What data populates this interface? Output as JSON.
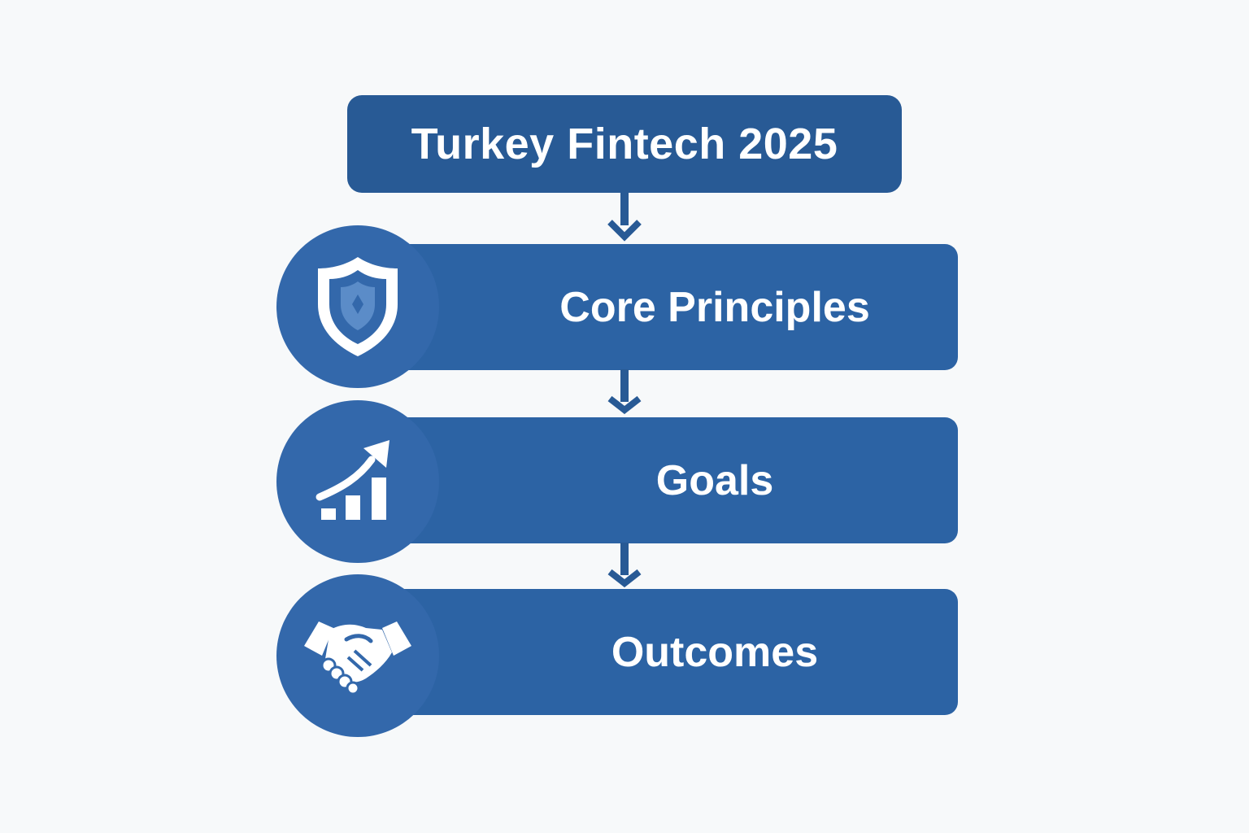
{
  "diagram": {
    "title": "Turkey Fintech 2025",
    "steps": [
      {
        "label": "Core Principles",
        "icon": "shield-icon"
      },
      {
        "label": "Goals",
        "icon": "growth-chart-icon"
      },
      {
        "label": "Outcomes",
        "icon": "handshake-icon"
      }
    ]
  },
  "colors": {
    "background": "#f7f9fa",
    "title_fill": "#285a95",
    "bar_fill": "#2c63a4",
    "circle_fill": "#3368ab",
    "arrow": "#285a95",
    "icon": "#ffffff"
  }
}
